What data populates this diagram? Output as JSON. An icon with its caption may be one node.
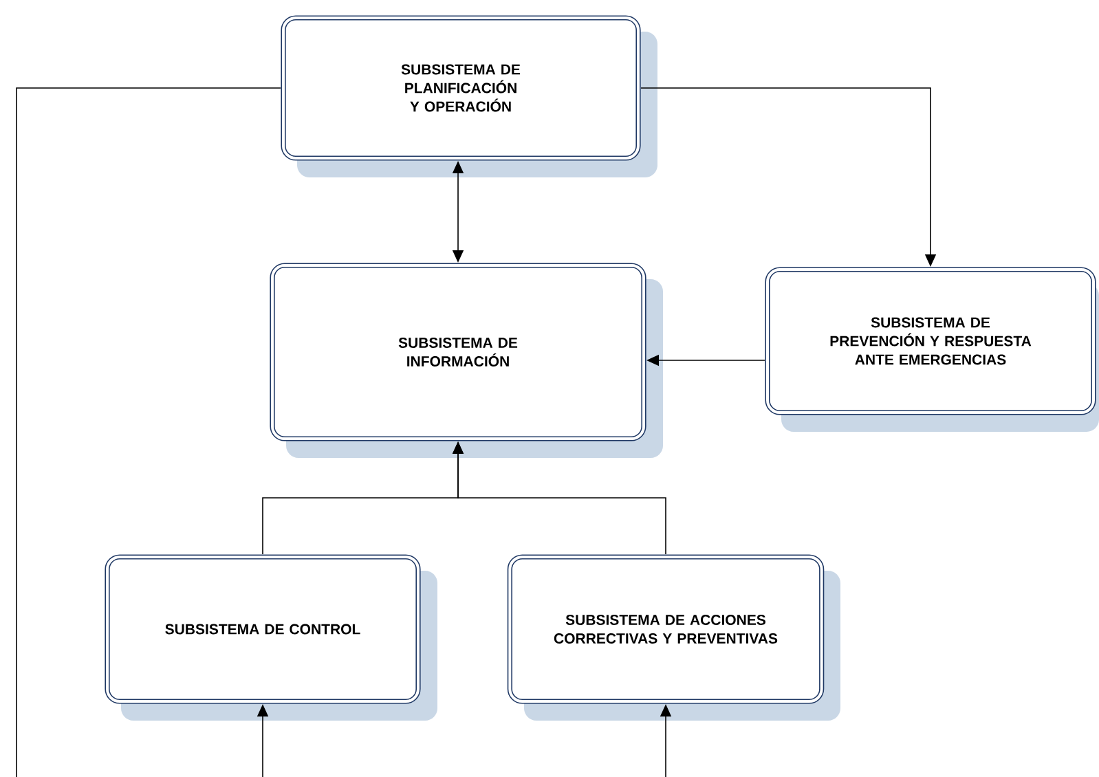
{
  "diagram": {
    "nodes": [
      {
        "text": [
          "SUBSISTEMA DE PLANIFICACIÓN Y OPERACIÓN"
        ]
      },
      {
        "text": [
          "SUBSISTEMA DE INFORMACIÓN"
        ]
      },
      {
        "text": [
          "SUBSISTEMA DE PREVENCIÓN Y RESPUESTA ANTE EMERGENCIAS"
        ]
      },
      {
        "text": [
          "SUBSISTEMA DE CONTROL"
        ]
      },
      {
        "text": [
          "SUBSISTEMA DE ACCIONES CORRECTIVAS Y PREVENTIVAS"
        ]
      }
    ],
    "edges": [
      {
        "from": 0,
        "to": 1,
        "arrow": "both"
      },
      {
        "from": 0,
        "to": 2,
        "arrow": "to"
      },
      {
        "from": 2,
        "to": 1,
        "arrow": "to"
      },
      {
        "from": 3,
        "to": 1,
        "arrow": "to"
      },
      {
        "from": 4,
        "to": 1,
        "arrow": "to"
      },
      {
        "from": 0,
        "to": null,
        "arrow": "none"
      },
      {
        "from": null,
        "to": 3,
        "arrow": "to"
      },
      {
        "from": null,
        "to": 4,
        "arrow": "to"
      }
    ]
  }
}
